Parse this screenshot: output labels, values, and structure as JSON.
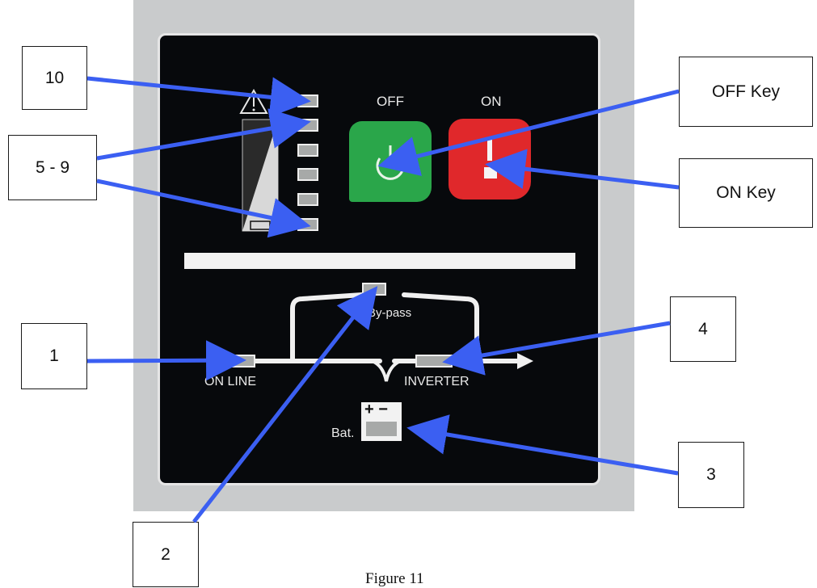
{
  "panel": {
    "key_off_label": "OFF",
    "key_on_label": "ON",
    "bypass_label": "By-pass",
    "online_label": "ON LINE",
    "inverter_label": "INVERTER",
    "battery_label": "Bat.",
    "battery_symbol": "+ −",
    "bargraph_led_count": 6
  },
  "callouts": {
    "c10": "10",
    "c5_9": "5 - 9",
    "c1": "1",
    "c2": "2",
    "c3": "3",
    "c4": "4",
    "off_key": "OFF Key",
    "on_key": "ON Key"
  },
  "caption": "Figure 11",
  "colors": {
    "arrow": "#3b5ff2",
    "off_key": "#2aa64a",
    "on_key": "#e0282b",
    "led": "#a7a9a8",
    "panel": "#07090c",
    "photo_bg": "#c9cbcc"
  }
}
